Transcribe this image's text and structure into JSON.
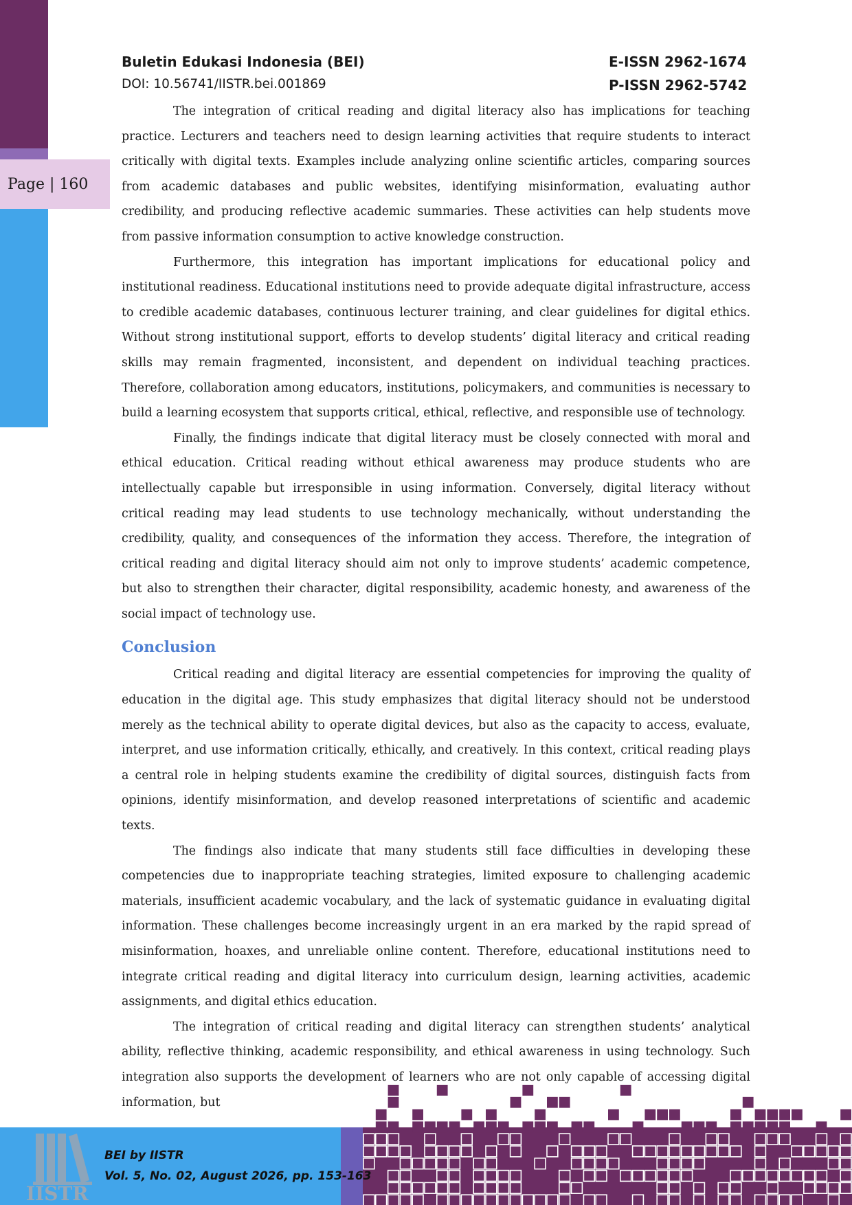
{
  "header": {
    "journal": "Buletin Edukasi Indonesia (BEI)",
    "doi": "DOI: 10.56741/IISTR.bei.001869",
    "eissn": "E-ISSN 2962-1674",
    "pissn": "P-ISSN 2962-5742"
  },
  "page_label": "Page | 160",
  "paragraphs_top": [
    "The integration of critical reading and digital literacy also has implications for teaching practice. Lecturers and teachers need to design learning activities that require students to interact critically with digital texts. Examples include analyzing online scientific articles, comparing sources from academic databases and public websites, identifying misinformation, evaluating author credibility, and producing reflective academic summaries. These activities can help students move from passive information consumption to active knowledge construction.",
    "Furthermore, this integration has important implications for educational policy and institutional readiness. Educational institutions need to provide adequate digital infrastructure, access to credible academic databases, continuous lecturer training, and clear guidelines for digital ethics. Without strong institutional support, efforts to develop students’ digital literacy and critical reading skills may remain fragmented, inconsistent, and dependent on individual teaching practices. Therefore, collaboration among educators, institutions, policymakers, and communities is necessary to build a learning ecosystem that supports critical, ethical, reflective, and responsible use of technology.",
    "Finally, the findings indicate that digital literacy must be closely connected with moral and ethical education. Critical reading without ethical awareness may produce students who are intellectually capable but irresponsible in using information. Conversely, digital literacy without critical reading may lead students to use technology mechanically, without understanding the credibility, quality, and consequences of the information they access. Therefore, the integration of critical reading and digital literacy should aim not only to improve students’ academic competence, but also to strengthen their character, digital responsibility, academic honesty, and awareness of the social impact of technology use."
  ],
  "conclusion_heading": "Conclusion",
  "paragraphs_conclusion": [
    "Critical reading and digital literacy are essential competencies for improving the quality of education in the digital age. This study emphasizes that digital literacy should not be understood merely as the technical ability to operate digital devices, but also as the capacity to access, evaluate, interpret, and use information critically, ethically, and creatively. In this context, critical reading plays a central role in helping students examine the credibility of digital sources, distinguish facts from opinions, identify misinformation, and develop reasoned interpretations of scientific and academic texts.",
    "The findings also indicate that many students still face difficulties in developing these competencies due to inappropriate teaching strategies, limited exposure to challenging academic materials, insufficient academic vocabulary, and the lack of systematic guidance in evaluating digital information. These challenges become increasingly urgent in an era marked by the rapid spread of misinformation, hoaxes, and unreliable online content. Therefore, educational institutions need to integrate critical reading and digital literacy into curriculum design, learning activities, academic assignments, and digital ethics education.",
    "The integration of critical reading and digital literacy can strengthen students’ analytical ability, reflective thinking, academic responsibility, and ethical awareness in using technology. Such integration also supports the development of learners who are not only capable of accessing digital information, but"
  ],
  "footer": {
    "publisher": "BEI by IISTR",
    "volume": "Vol. 5, No. 02, August 2026, pp. 153-163",
    "logo_text": "IISTR"
  },
  "colors": {
    "purple": "#6b2d63",
    "blue": "#42a5ea",
    "lavender": "#6a5db7",
    "heading": "#4f7fd2",
    "page_label_bg": "#e6cbe6"
  }
}
